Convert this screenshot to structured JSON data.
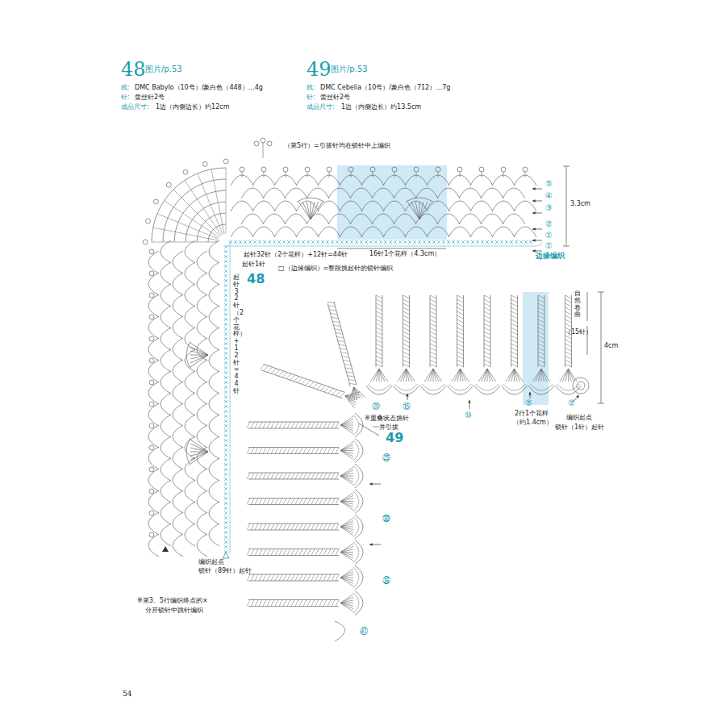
{
  "diagram": {
    "labels": [
      "48",
      "图片/p.53",
      "线:",
      "DMC Babylo（10号）/象白色（448）…4g",
      "针:",
      "蕾丝针2号",
      "成品尺寸:",
      "1边（内侧边长）约12cm",
      "49",
      "图片/p.53",
      "线:",
      "DMC Cebelia（10号）/象白色（712）…7g",
      "针:",
      "蕾丝针2号",
      "成品尺寸:",
      "1边（内侧边长）约13.5cm",
      "（第5行）=引拔针均在锁针中上编织",
      "⑤",
      "④",
      "③",
      "②",
      "①",
      "①",
      "3.3cm",
      "16针1个花样（4.3cm）",
      "边缘编织",
      "起针32针（2个花样）+12针=44针",
      "起针1针",
      "48",
      "□（边缘编织）=整段挑起针的锁针编织",
      "起针32针（2个花样）+12针=44针",
      "编织起点",
      "锁针（89针）起针",
      "※第3、5行编织终点的×",
      "分开锁针中跳针编织",
      "自然卷曲",
      "（15针）",
      "4cm",
      "2行1个花样",
      "（约1.4cm）",
      "编织起点",
      "锁针（1针）起针",
      "②",
      "⑤",
      "⑩",
      "⑮",
      "⑳",
      "※重叠状态挑针",
      "一并引拔",
      "49",
      "㉕",
      "㉚",
      "㉟",
      "㊶",
      "54"
    ]
  }
}
